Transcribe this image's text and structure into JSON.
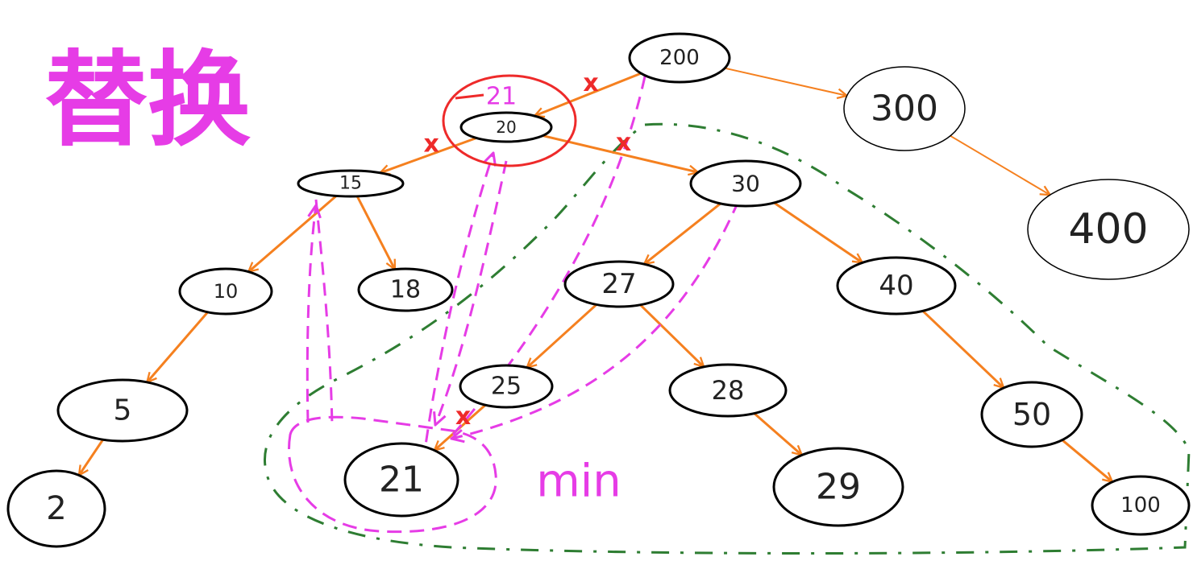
{
  "title": "替换",
  "colors": {
    "edge": "#f5801f",
    "faded_edge": "#f5801f",
    "magenta": "#e63ce6",
    "red": "#ee2a2a",
    "green": "#2e7d32",
    "node_stroke": "#000000",
    "faded_node_stroke": "#666666"
  },
  "nodes": [
    {
      "id": "n200",
      "label": "200"
    },
    {
      "id": "n300",
      "label": "300"
    },
    {
      "id": "n400",
      "label": "400"
    },
    {
      "id": "n20",
      "label": "20"
    },
    {
      "id": "n15",
      "label": "15"
    },
    {
      "id": "n30",
      "label": "30"
    },
    {
      "id": "n10",
      "label": "10"
    },
    {
      "id": "n18",
      "label": "18"
    },
    {
      "id": "n27",
      "label": "27"
    },
    {
      "id": "n40",
      "label": "40"
    },
    {
      "id": "n5",
      "label": "5"
    },
    {
      "id": "n25",
      "label": "25"
    },
    {
      "id": "n28",
      "label": "28"
    },
    {
      "id": "n50",
      "label": "50"
    },
    {
      "id": "n2",
      "label": "2"
    },
    {
      "id": "n21",
      "label": "21"
    },
    {
      "id": "n29",
      "label": "29"
    },
    {
      "id": "n100",
      "label": "100"
    }
  ],
  "edges": [
    {
      "from": "n200",
      "to": "n20",
      "crossed": true
    },
    {
      "from": "n200",
      "to": "n300",
      "crossed": false
    },
    {
      "from": "n300",
      "to": "n400",
      "crossed": false
    },
    {
      "from": "n20",
      "to": "n15",
      "crossed": true
    },
    {
      "from": "n20",
      "to": "n30",
      "crossed": true
    },
    {
      "from": "n15",
      "to": "n10",
      "crossed": false
    },
    {
      "from": "n15",
      "to": "n18",
      "crossed": false
    },
    {
      "from": "n10",
      "to": "n5",
      "crossed": false
    },
    {
      "from": "n5",
      "to": "n2",
      "crossed": false
    },
    {
      "from": "n30",
      "to": "n27",
      "crossed": false
    },
    {
      "from": "n30",
      "to": "n40",
      "crossed": false
    },
    {
      "from": "n27",
      "to": "n25",
      "crossed": false
    },
    {
      "from": "n27",
      "to": "n28",
      "crossed": false
    },
    {
      "from": "n25",
      "to": "n21",
      "crossed": true
    },
    {
      "from": "n28",
      "to": "n29",
      "crossed": false
    },
    {
      "from": "n40",
      "to": "n50",
      "crossed": false
    },
    {
      "from": "n50",
      "to": "n100",
      "crossed": false
    }
  ],
  "annotations": {
    "replacement_value": "21",
    "min_label": "min",
    "cross_mark": "x"
  }
}
